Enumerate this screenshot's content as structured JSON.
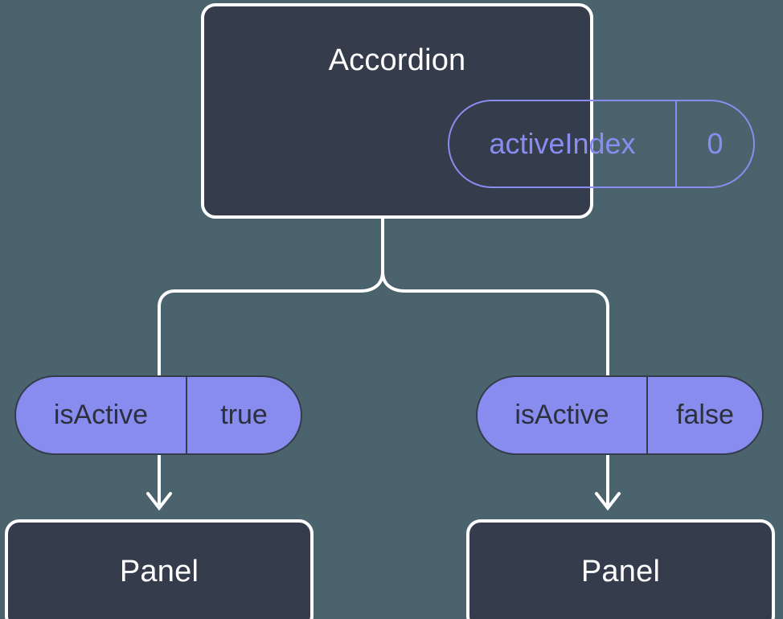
{
  "diagram": {
    "type": "component-state-tree",
    "background_color": "#4a636c",
    "node_fill_color": "#353c4b",
    "node_stroke_color": "#ffffff",
    "accent_color": "#888cee",
    "accent_outline_color": "#8a8df0",
    "connector_color": "#ffffff"
  },
  "root": {
    "title": "Accordion",
    "state_pill": {
      "key": "activeIndex",
      "value": "0"
    }
  },
  "branches": [
    {
      "prop_pill": {
        "key": "isActive",
        "value": "true"
      },
      "child": {
        "title": "Panel"
      },
      "arrow_icon": "arrow-down-icon"
    },
    {
      "prop_pill": {
        "key": "isActive",
        "value": "false"
      },
      "child": {
        "title": "Panel"
      },
      "arrow_icon": "arrow-down-icon"
    }
  ]
}
